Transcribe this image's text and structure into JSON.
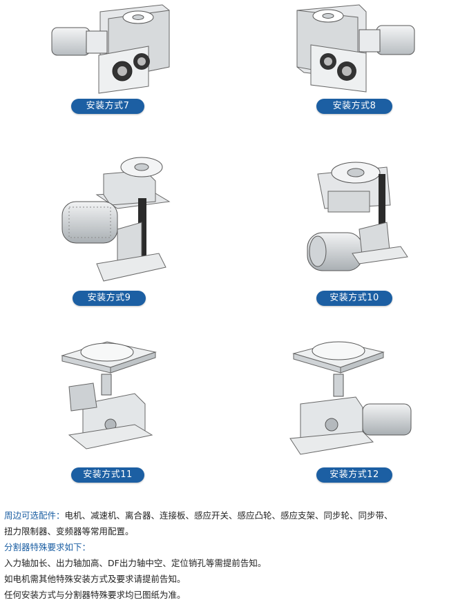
{
  "methods": [
    {
      "label": "安装方式7",
      "icon": "gearbox-motor-belt-left-icon"
    },
    {
      "label": "安装方式8",
      "icon": "gearbox-motor-belt-right-icon"
    },
    {
      "label": "安装方式9",
      "icon": "vertical-table-motor-belt-left-icon"
    },
    {
      "label": "安装方式10",
      "icon": "vertical-table-motor-belt-right-icon"
    },
    {
      "label": "安装方式11",
      "icon": "plate-table-gearbox-icon"
    },
    {
      "label": "安装方式12",
      "icon": "plate-table-gearbox-motor-icon"
    }
  ],
  "notes": {
    "accessories_title": "周边可选配件：",
    "accessories_text": "电机、减速机、离合器、连接板、感应开关、感应凸轮、感应支架、同步轮、同步带、",
    "accessories_text2": "扭力限制器、变频器等常用配置。",
    "special_title": "分割器特殊要求如下：",
    "line1": "入力轴加长、出力轴加高、DF出力轴中空、定位销孔等需提前告知。",
    "line2": "如电机需其他特殊安装方式及要求请提前告知。",
    "line3": "任何安装方式与分割器特殊要求均已图纸为准。"
  },
  "colors": {
    "accent": "#1c5fa3",
    "metal_light": "#eceeef",
    "metal_dark": "#9aa0a4"
  }
}
